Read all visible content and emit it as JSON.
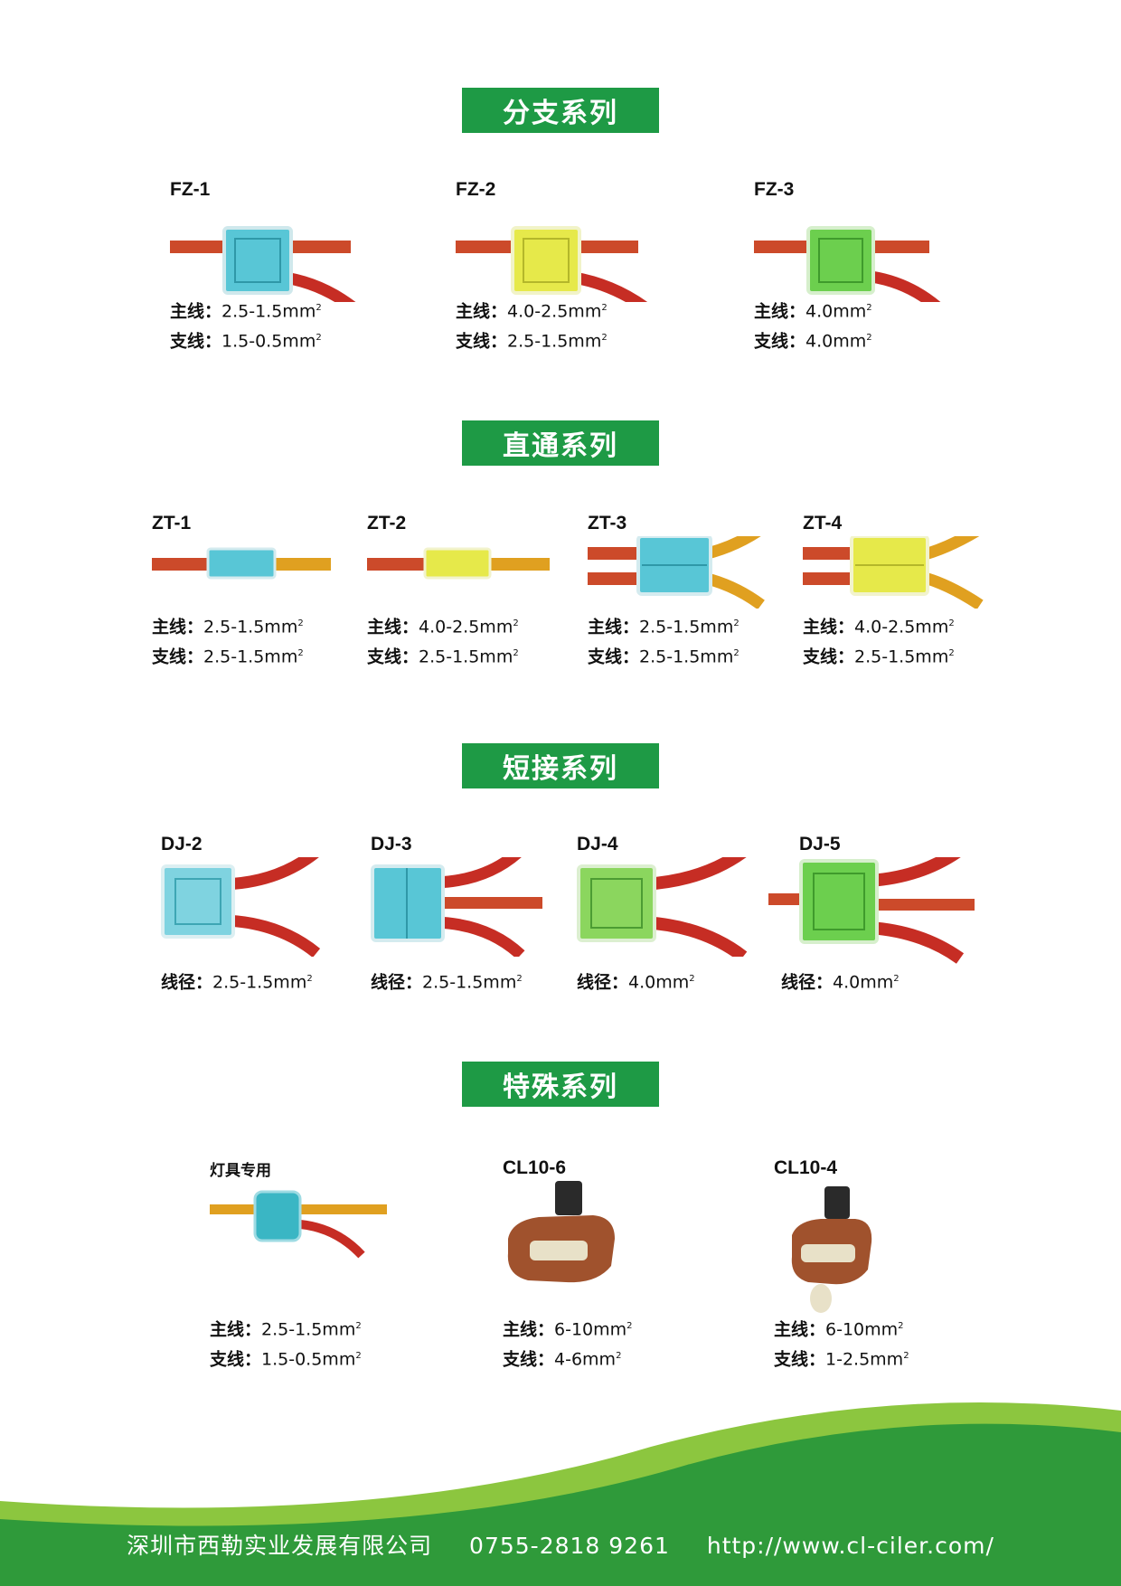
{
  "sections": [
    {
      "title": "分支系列",
      "items": [
        {
          "model": "FZ-1",
          "color": "#58c6d6",
          "lines": [
            {
              "k": "主线：",
              "v": "2.5-1.5mm"
            },
            {
              "k": "支线：",
              "v": "1.5-0.5mm"
            }
          ]
        },
        {
          "model": "FZ-2",
          "color": "#e6e94a",
          "lines": [
            {
              "k": "主线：",
              "v": "4.0-2.5mm"
            },
            {
              "k": "支线：",
              "v": "2.5-1.5mm"
            }
          ]
        },
        {
          "model": "FZ-3",
          "color": "#6ccf4e",
          "lines": [
            {
              "k": "主线：",
              "v": "4.0mm"
            },
            {
              "k": "支线：",
              "v": "4.0mm"
            }
          ]
        }
      ]
    },
    {
      "title": "直通系列",
      "items": [
        {
          "model": "ZT-1",
          "color": "#58c6d6",
          "lines": [
            {
              "k": "主线：",
              "v": "2.5-1.5mm"
            },
            {
              "k": "支线：",
              "v": "2.5-1.5mm"
            }
          ]
        },
        {
          "model": "ZT-2",
          "color": "#e6e94a",
          "lines": [
            {
              "k": "主线：",
              "v": "4.0-2.5mm"
            },
            {
              "k": "支线：",
              "v": "2.5-1.5mm"
            }
          ]
        },
        {
          "model": "ZT-3",
          "color": "#58c6d6",
          "lines": [
            {
              "k": "主线：",
              "v": "2.5-1.5mm"
            },
            {
              "k": "支线：",
              "v": "2.5-1.5mm"
            }
          ]
        },
        {
          "model": "ZT-4",
          "color": "#e6e94a",
          "lines": [
            {
              "k": "主线：",
              "v": "4.0-2.5mm"
            },
            {
              "k": "支线：",
              "v": "2.5-1.5mm"
            }
          ]
        }
      ]
    },
    {
      "title": "短接系列",
      "items": [
        {
          "model": "DJ-2",
          "color": "#7fd3e0",
          "lines": [
            {
              "k": "线径：",
              "v": "2.5-1.5mm"
            }
          ]
        },
        {
          "model": "DJ-3",
          "color": "#58c6d6",
          "lines": [
            {
              "k": "线径：",
              "v": "2.5-1.5mm"
            }
          ]
        },
        {
          "model": "DJ-4",
          "color": "#8bd65e",
          "lines": [
            {
              "k": "线径：",
              "v": "4.0mm"
            }
          ]
        },
        {
          "model": "DJ-5",
          "color": "#6ccf4e",
          "lines": [
            {
              "k": "线径：",
              "v": "4.0mm"
            }
          ]
        }
      ]
    },
    {
      "title": "特殊系列",
      "items": [
        {
          "model": "灯具专用",
          "color": "#3ab6c4",
          "lines": [
            {
              "k": "主线：",
              "v": "2.5-1.5mm"
            },
            {
              "k": "支线：",
              "v": "1.5-0.5mm"
            }
          ]
        },
        {
          "model": "CL10-6",
          "color": "#a0522d",
          "lines": [
            {
              "k": "主线：",
              "v": "6-10mm"
            },
            {
              "k": "支线：",
              "v": "4-6mm"
            }
          ]
        },
        {
          "model": "CL10-4",
          "color": "#a0522d",
          "lines": [
            {
              "k": "主线：",
              "v": "6-10mm"
            },
            {
              "k": "支线：",
              "v": "1-2.5mm"
            }
          ]
        }
      ]
    }
  ],
  "unit_sup": "2",
  "footer": {
    "company": "深圳市西勒实业发展有限公司",
    "phone": "0755-2818 9261",
    "url": "http://www.cl-ciler.com/",
    "wave_dark": "#2f9a3a",
    "wave_light": "#8cc63f"
  }
}
